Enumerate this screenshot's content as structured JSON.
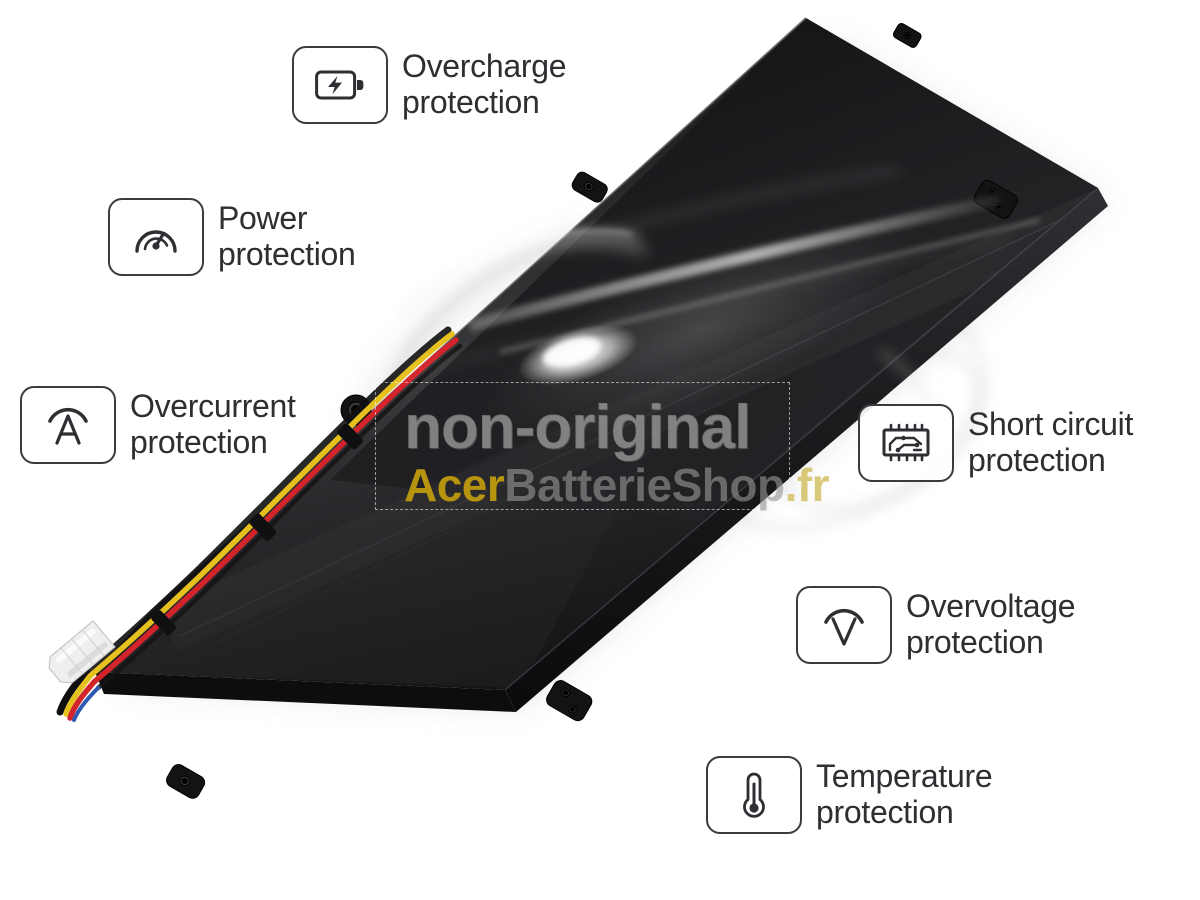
{
  "image": {
    "subject": "laptop-battery",
    "background_color": "#ffffff",
    "battery_color": "#1a1a1c"
  },
  "watermark": {
    "line1": "non-original",
    "brand": "Acer",
    "middle": "BatterieShop",
    "tld": ".fr",
    "brand_color": "#b79410",
    "tld_color": "#d8c87a",
    "text_color": "#969696"
  },
  "callouts": [
    {
      "id": "overcharge",
      "icon": "battery-bolt-icon",
      "label": "Overcharge\nprotection"
    },
    {
      "id": "power",
      "icon": "gauge-speedometer-icon",
      "label": "Power\nprotection"
    },
    {
      "id": "overcurrent",
      "icon": "ampere-arc-icon",
      "label": "Overcurrent\nprotection"
    },
    {
      "id": "short-circuit",
      "icon": "microchip-icon",
      "label": "Short circuit\nprotection"
    },
    {
      "id": "overvoltage",
      "icon": "volt-arc-icon",
      "label": "Overvoltage\nprotection"
    },
    {
      "id": "temperature",
      "icon": "thermometer-icon",
      "label": "Temperature\nprotection"
    }
  ],
  "cable": {
    "wire_colors": [
      "#d8232a",
      "#e8c31e",
      "#141414",
      "#1f4fa8"
    ],
    "connector_color": "#f2f2f2"
  }
}
